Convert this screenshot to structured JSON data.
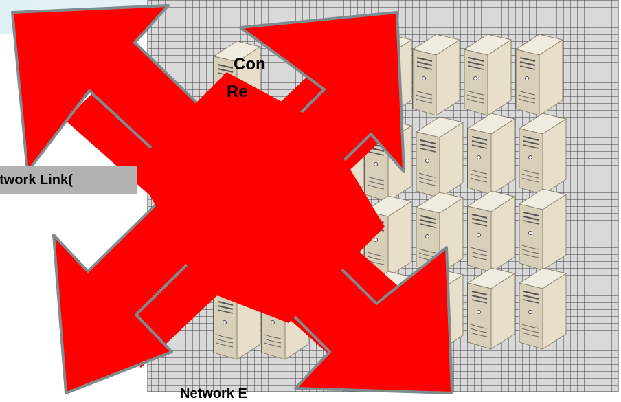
{
  "labels": {
    "network_link": "etwork Link(",
    "compute_line1": "Con",
    "compute_line2": "Re",
    "network_bottom": "Network E"
  },
  "colors": {
    "arrow_fill": "#ff0000",
    "arrow_stroke": "#7f8c8f",
    "grid_bg": "#d9d9d9",
    "grid_line": "#3f3f3f",
    "server_body": "#e6dcc6",
    "header_band": "#dff0f4",
    "label_bg": "#b2b2b2"
  },
  "icons": [
    "server-icon",
    "four-way-arrow-icon"
  ]
}
